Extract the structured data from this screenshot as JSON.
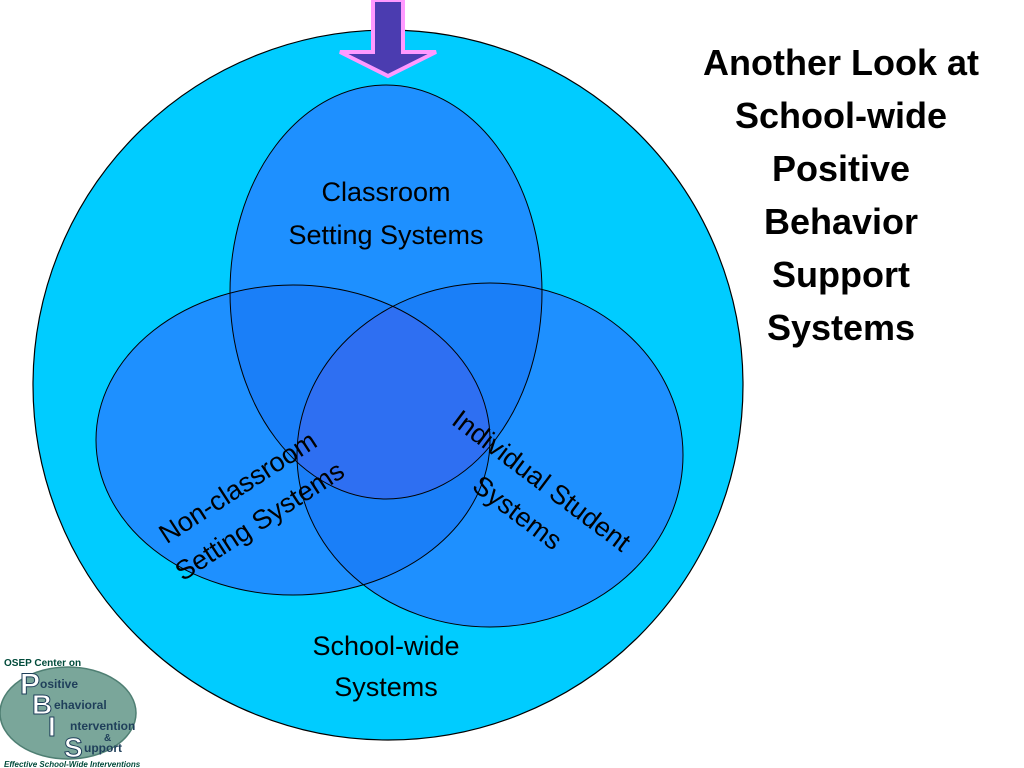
{
  "title_lines": [
    "Another Look at",
    "School-wide",
    "Positive",
    "Behavior",
    "Support",
    "Systems"
  ],
  "diagram": {
    "outer_label": [
      "School-wide",
      "Systems"
    ],
    "classroom_label": [
      "Classroom",
      "Setting Systems"
    ],
    "nonclassroom_label": [
      "Non-classroom",
      "Setting Systems"
    ],
    "individual_label": [
      "Individual Student",
      "Systems"
    ]
  },
  "logo": {
    "header": "OSEP Center on",
    "letters": [
      "P",
      "B",
      "I",
      "S"
    ],
    "words": [
      "ositive",
      "ehavioral",
      "ntervention",
      "upport"
    ],
    "ampersand": "&",
    "footer": "Effective School-Wide Interventions"
  },
  "colors": {
    "outer_fill": "#00ccff",
    "inner_fill": "#1e90ff",
    "overlap_fill": "#2e6ff2",
    "arrow_fill": "#4b3cb0",
    "arrow_border": "#ff99ff",
    "logo_green": "#7aa69a"
  }
}
